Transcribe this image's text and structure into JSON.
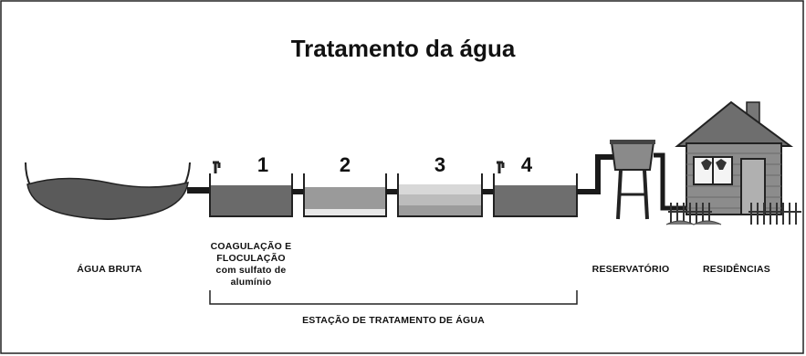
{
  "title": "Tratamento da água",
  "stages": [
    "1",
    "2",
    "3",
    "4"
  ],
  "labels": {
    "agua_bruta": "ÁGUA BRUTA",
    "coag_line1": "COAGULAÇÃO E",
    "coag_line2": "FLOCULAÇÃO",
    "coag_line3": "com sulfato de",
    "coag_line4": "alumínio",
    "reservatorio": "RESERVATÓRIO",
    "residencias": "RESIDÊNCIAS",
    "estacao": "ESTAÇÃO DE TRATAMENTO DE ÁGUA"
  },
  "colors": {
    "water_dark": "#5a5a5a",
    "water_mid": "#8a8a8a",
    "filter_sand": "#cfcfcf",
    "pipe": "#1a1a1a",
    "house": "#8c8c8c",
    "roof": "#6e6e6e"
  }
}
